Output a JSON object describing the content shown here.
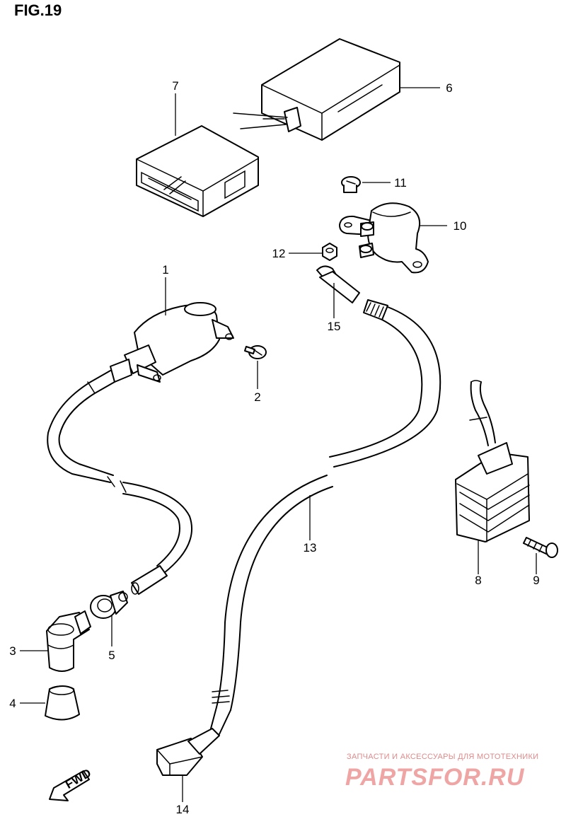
{
  "figure": {
    "title": "FIG.19"
  },
  "fwd_label": "FWD",
  "callouts": [
    "1",
    "2",
    "3",
    "4",
    "5",
    "6",
    "7",
    "8",
    "9",
    "10",
    "11",
    "12",
    "13",
    "14",
    "15"
  ],
  "watermark": {
    "caption": "ЗАПЧАСТИ И АКСЕССУАРЫ ДЛЯ МОТОТЕХНИКИ",
    "logo": "PARTSFOR.RU"
  }
}
